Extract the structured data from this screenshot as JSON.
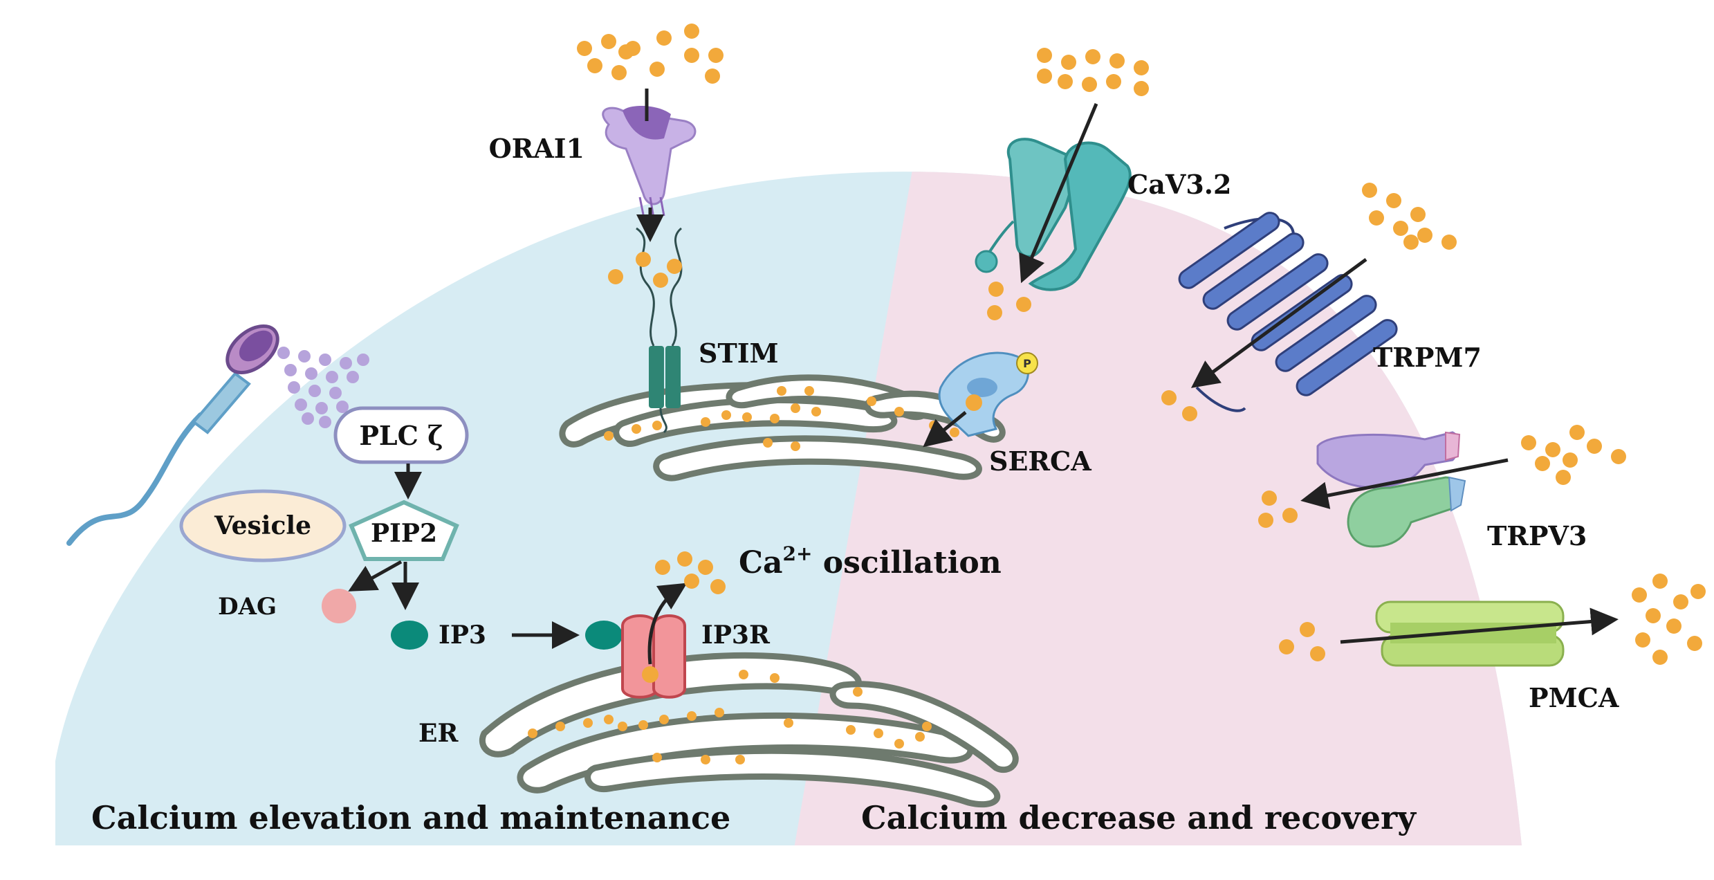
{
  "colors": {
    "elevation_panel": "#d7ecf3",
    "decrease_panel": "#f3dfe9",
    "calcium": "#f2a93b",
    "ip3": "#0b8a7a",
    "dag": "#f0a8a8",
    "ip3r": "#f2959a",
    "stim": "#2f8574",
    "orai1": "#b79ad6",
    "cav32": "#54b9b9",
    "trpm7": "#5b7cc9",
    "serca": "#7fb8de",
    "trpv3_upper": "#b9a6e0",
    "trpv3_lower": "#8fcf9f",
    "pmca": "#b9dc7a",
    "sperm_particles": "#b6a3db"
  },
  "labels": {
    "orai1": "ORAI1",
    "stim": "STIM",
    "cav32": "CaV3.2",
    "trpm7": "TRPM7",
    "serca": "SERCA",
    "serca_phosphate": "P",
    "trpv3": "TRPV3",
    "pmca": "PMCA",
    "plc": "PLC ζ",
    "vesicle": "Vesicle",
    "pip2": "PIP2",
    "dag": "DAG",
    "ip3": "IP3",
    "ip3r": "IP3R",
    "er": "ER",
    "ca_base": "Ca",
    "ca_sup": "2+",
    "ca_rest": " oscillation"
  },
  "panels": {
    "left_title": "Calcium elevation and maintenance",
    "right_title": "Calcium decrease and recovery"
  }
}
